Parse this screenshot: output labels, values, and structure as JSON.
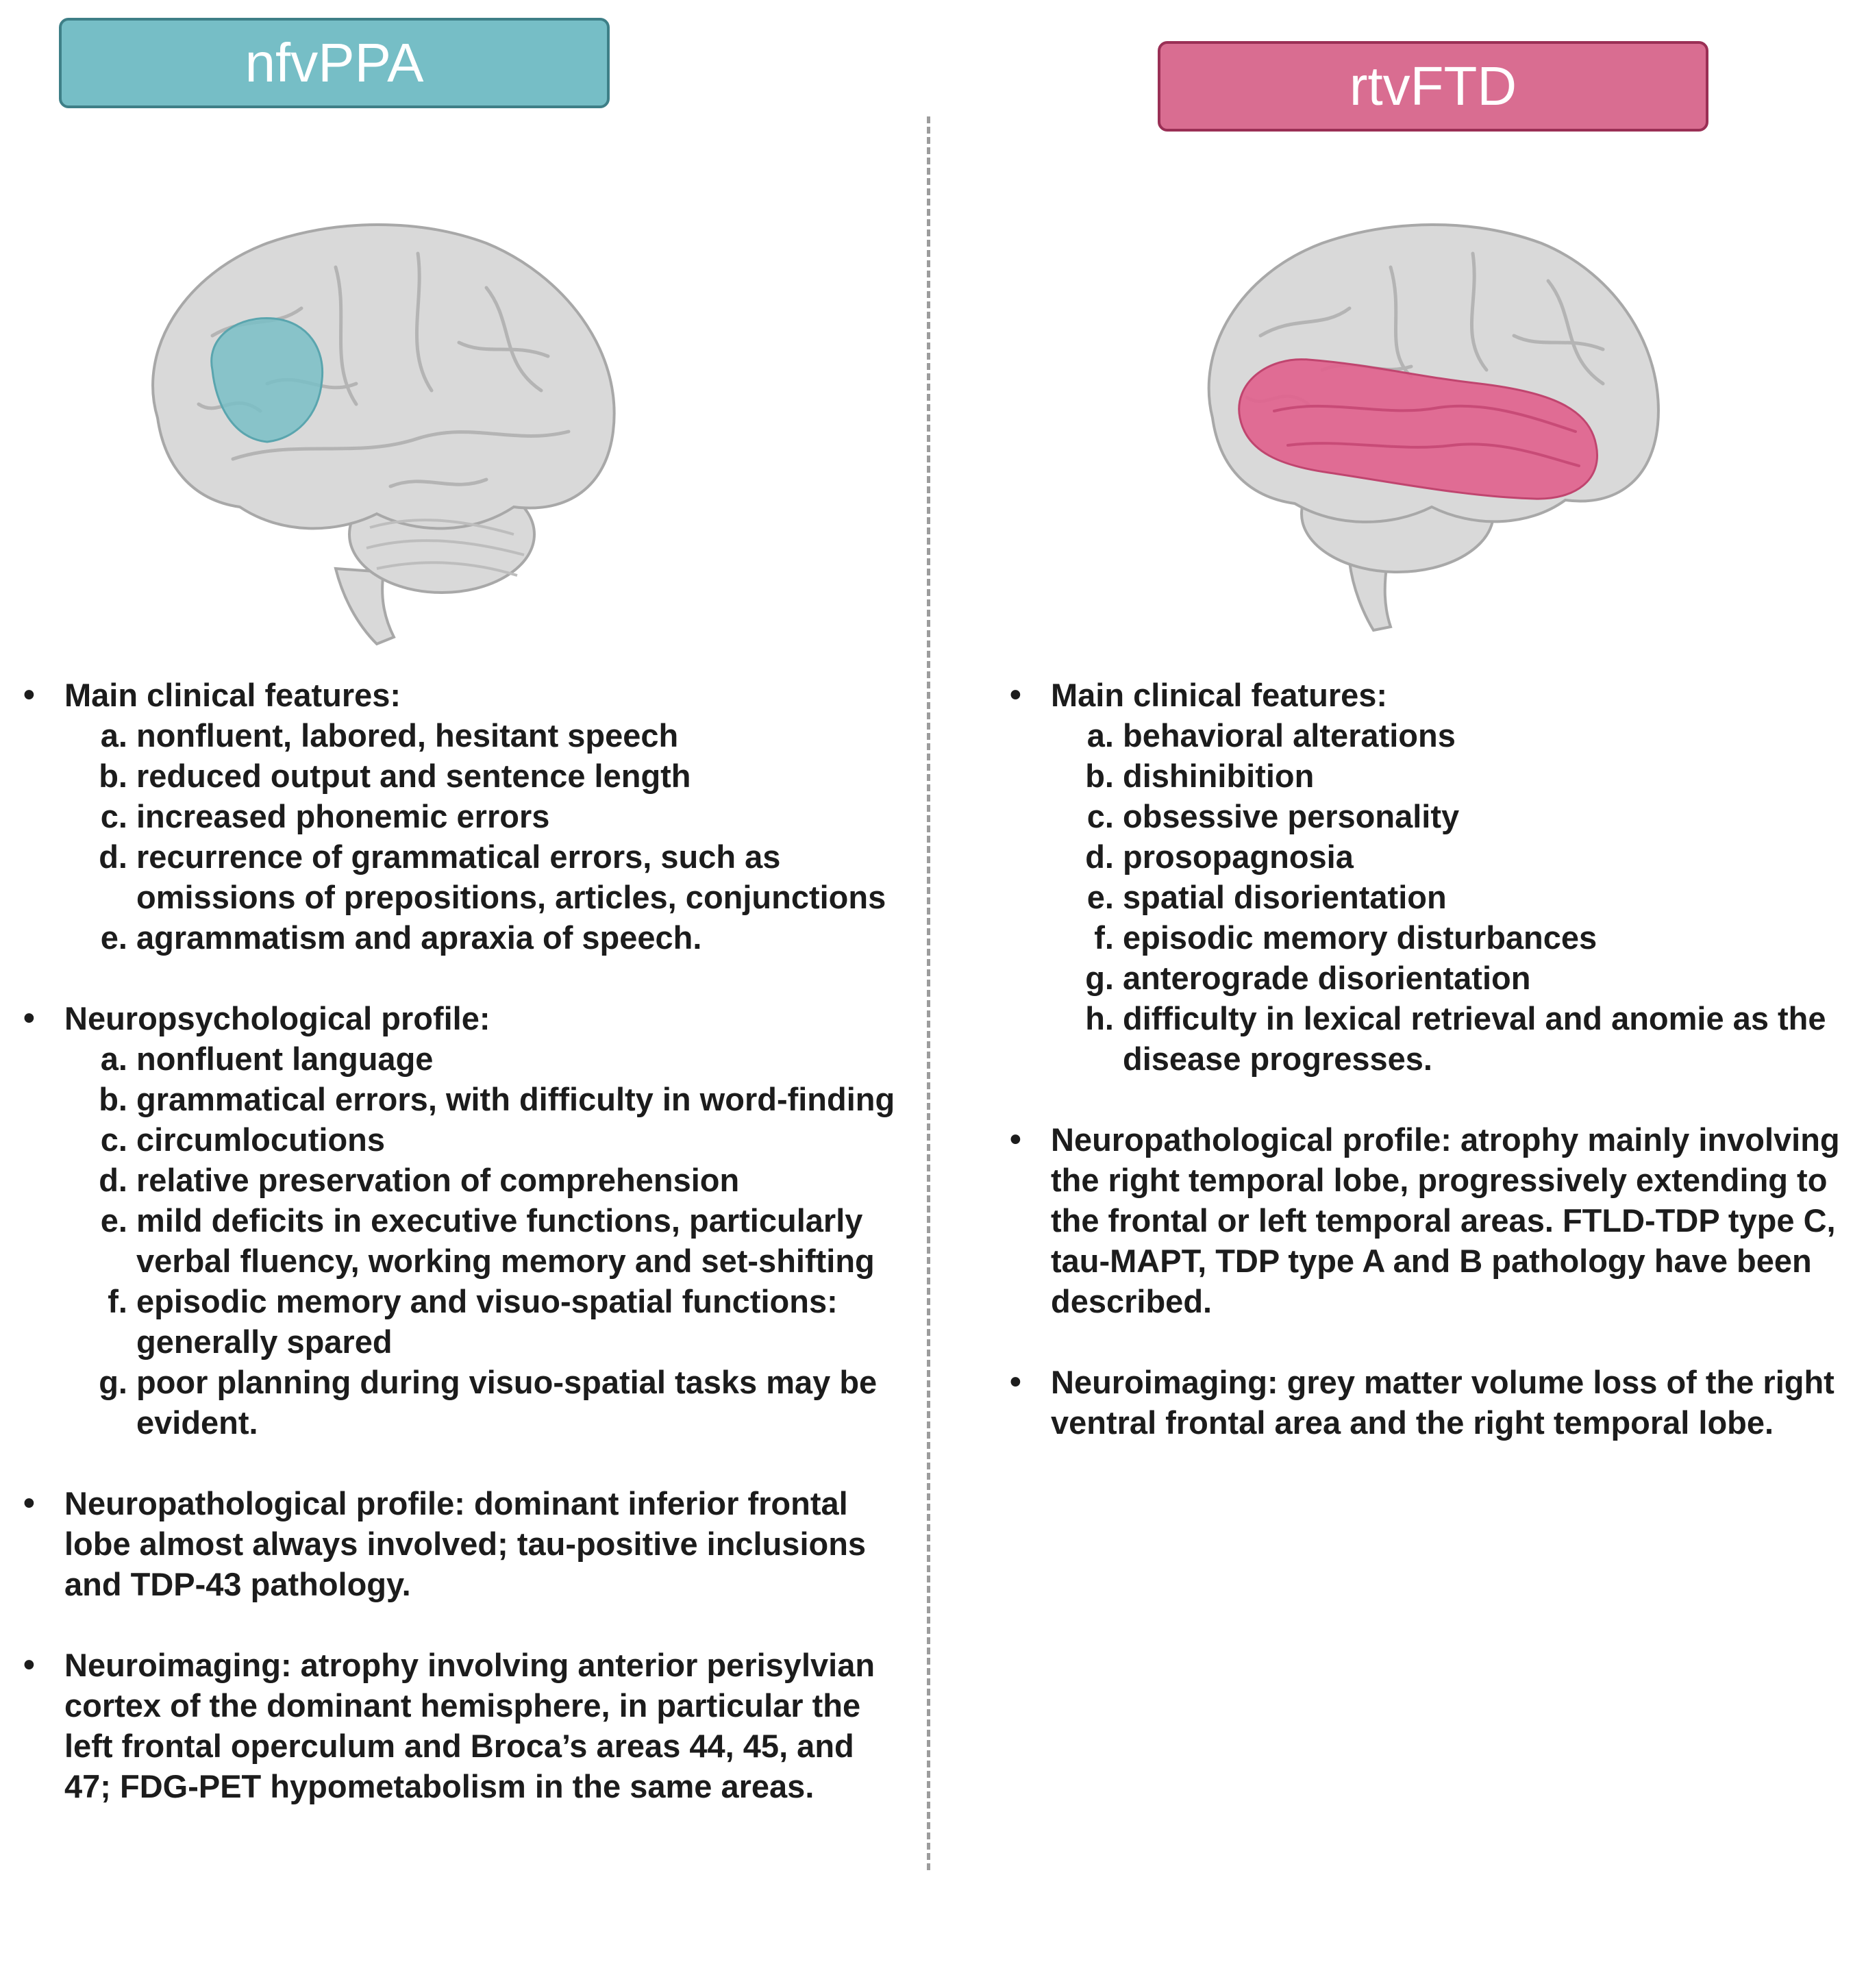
{
  "colors": {
    "nfvppa_accent": "#76bec6",
    "rtvftd_accent": "#d96d91",
    "brain_base": "#d8d8d8"
  },
  "left": {
    "title": "nfvPPA",
    "brain_icon": "brain-lateral-view-icon",
    "sections": [
      {
        "heading": "Main clinical features:",
        "items": [
          {
            "letter": "a.",
            "text": "nonfluent, labored, hesitant speech"
          },
          {
            "letter": "b.",
            "text": "reduced output and sentence length"
          },
          {
            "letter": "c.",
            "text": "increased phonemic errors"
          },
          {
            "letter": "d.",
            "text": "recurrence of grammatical errors, such as omissions of prepositions, articles, conjunctions"
          },
          {
            "letter": "e.",
            "text": "agrammatism and apraxia of speech."
          }
        ]
      },
      {
        "heading": "Neuropsychological profile:",
        "items": [
          {
            "letter": "a.",
            "text": "nonfluent language"
          },
          {
            "letter": "b.",
            "text": "grammatical errors, with difficulty in word-finding"
          },
          {
            "letter": "c.",
            "text": "circumlocutions"
          },
          {
            "letter": "d.",
            "text": "relative preservation of comprehension"
          },
          {
            "letter": "e.",
            "text": "mild deficits in executive functions, particularly verbal fluency, working memory and set-shifting"
          },
          {
            "letter": "f.",
            "text": "episodic memory and visuo-spatial functions: generally spared"
          },
          {
            "letter": "g.",
            "text": "poor planning during visuo-spatial tasks may be evident."
          }
        ]
      },
      {
        "heading": "Neuropathological profile: dominant inferior frontal lobe almost always involved; tau-positive inclusions and TDP-43 pathology.",
        "items": []
      },
      {
        "heading": "Neuroimaging: atrophy involving anterior perisylvian cortex of the dominant hemisphere, in particular the left frontal operculum and Broca’s areas 44, 45, and 47; FDG-PET hypometabolism in the same areas.",
        "items": []
      }
    ]
  },
  "right": {
    "title": "rtvFTD",
    "brain_icon": "brain-lateral-view-icon",
    "sections": [
      {
        "heading": "Main clinical features:",
        "items": [
          {
            "letter": "a.",
            "text": "behavioral alterations"
          },
          {
            "letter": "b.",
            "text": "dishinibition"
          },
          {
            "letter": "c.",
            "text": "obsessive personality"
          },
          {
            "letter": "d.",
            "text": "prosopagnosia"
          },
          {
            "letter": "e.",
            "text": "spatial  disorientation"
          },
          {
            "letter": "f.",
            "text": "episodic memory disturbances"
          },
          {
            "letter": "g.",
            "text": "anterograde disorientation"
          },
          {
            "letter": "h.",
            "text": "difficulty in lexical retrieval and anomie as the disease progresses."
          }
        ]
      },
      {
        "heading": "Neuropathological profile: atrophy mainly involving the right   temporal lobe, progressively extending to the frontal or left temporal areas. FTLD-TDP type C, tau-MAPT, TDP type A and B pathology have been described.",
        "items": []
      },
      {
        "heading": "Neuroimaging: grey matter volume loss of the right ventral frontal area and the right temporal lobe.",
        "items": []
      }
    ]
  }
}
